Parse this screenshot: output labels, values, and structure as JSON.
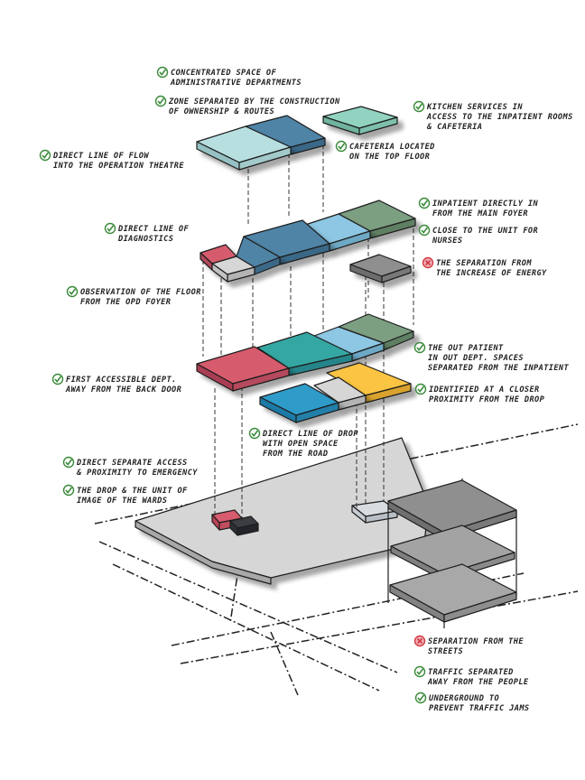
{
  "colors": {
    "red": "#d65b6d",
    "teal": "#35a7a3",
    "light_blue": "#8dc7e3",
    "blue": "#2f9bc9",
    "steel_blue": "#4f84a6",
    "sage_green": "#7c9e81",
    "mint": "#91d3c0",
    "pale_teal": "#b8dfe0",
    "yellow": "#fbc442",
    "gray": "#8f8f8f",
    "light_gray": "#d6d6d6",
    "dark_gray": "#3a3d42",
    "check_green": "#3a8a3a",
    "cross_red": "#d03a44"
  },
  "annotations": [
    {
      "status": "check",
      "lines": [
        "CONCENTRATED SPACE OF",
        "ADMINISTRATIVE DEPARTMENTS"
      ]
    },
    {
      "status": "check",
      "lines": [
        "ZONE SEPARATED BY THE CONSTRUCTION",
        "OF OWNERSHIP & ROUTES"
      ]
    },
    {
      "status": "check",
      "lines": [
        "KITCHEN SERVICES IN",
        "ACCESS TO THE INPATIENT ROOMS",
        "& CAFETERIA"
      ]
    },
    {
      "status": "check",
      "lines": [
        "DIRECT LINE OF FLOW",
        "INTO THE OPERATION THEATRE"
      ]
    },
    {
      "status": "check",
      "lines": [
        "CAFETERIA LOCATED",
        "ON THE TOP FLOOR"
      ]
    },
    {
      "status": "check",
      "lines": [
        "INPATIENT DIRECTLY IN",
        "FROM THE MAIN FOYER"
      ]
    },
    {
      "status": "check",
      "lines": [
        "DIRECT LINE OF",
        "DIAGNOSTICS"
      ]
    },
    {
      "status": "check",
      "lines": [
        "CLOSE TO THE UNIT FOR",
        "NURSES"
      ]
    },
    {
      "status": "cross",
      "lines": [
        "THE SEPARATION FROM",
        "THE INCREASE OF ENERGY"
      ]
    },
    {
      "status": "check",
      "lines": [
        "OBSERVATION OF THE FLOOR",
        "FROM THE OPD FOYER"
      ]
    },
    {
      "status": "check",
      "lines": [
        "THE OUT PATIENT",
        "IN OUT DEPT. SPACES",
        "SEPARATED FROM THE INPATIENT"
      ]
    },
    {
      "status": "check",
      "lines": [
        "FIRST ACCESSIBLE DEPT.",
        "AWAY FROM THE BACK DOOR"
      ]
    },
    {
      "status": "check",
      "lines": [
        "IDENTIFIED AT A CLOSER",
        "PROXIMITY FROM THE DROP"
      ]
    },
    {
      "status": "check",
      "lines": [
        "DIRECT LINE OF DROP",
        "WITH OPEN SPACE",
        "FROM THE ROAD"
      ]
    },
    {
      "status": "check",
      "lines": [
        "DIRECT SEPARATE ACCESS",
        "& PROXIMITY TO EMERGENCY"
      ]
    },
    {
      "status": "check",
      "lines": [
        "THE DROP & THE UNIT OF",
        "IMAGE OF THE WARDS"
      ]
    },
    {
      "status": "cross",
      "lines": [
        "SEPARATION FROM THE",
        "STREETS"
      ]
    },
    {
      "status": "check",
      "lines": [
        "TRAFFIC SEPARATED",
        "AWAY FROM THE PEOPLE"
      ]
    },
    {
      "status": "check",
      "lines": [
        "UNDERGROUND TO",
        "PREVENT TRAFFIC JAMS"
      ]
    }
  ]
}
